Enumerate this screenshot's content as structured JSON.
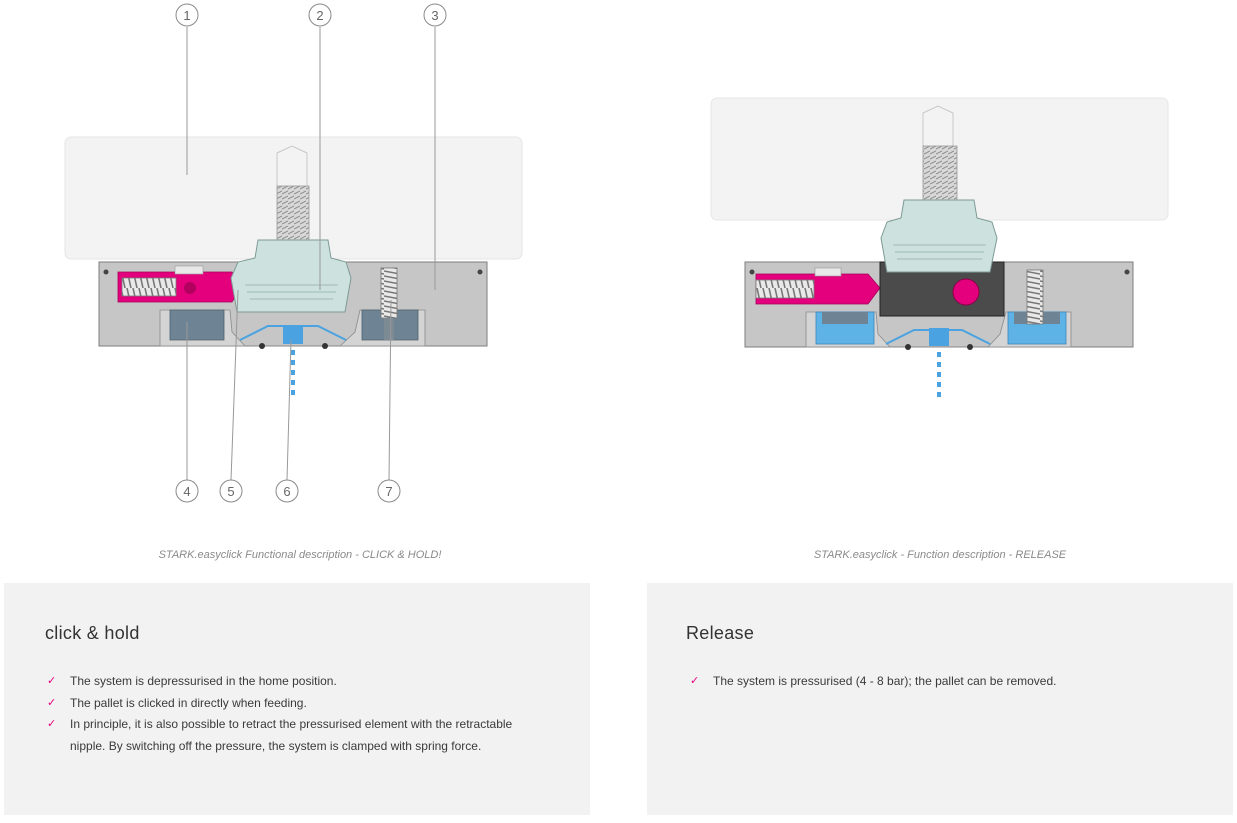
{
  "callouts": [
    "1",
    "2",
    "3",
    "4",
    "5",
    "6",
    "7"
  ],
  "captions": {
    "left": "STARK.easyclick Functional description - CLICK & HOLD!",
    "right": "STARK.easyclick - Function description - RELEASE"
  },
  "panels": {
    "left": {
      "title": "click & hold",
      "items": [
        "The system is depressurised in the home position.",
        "The pallet is clicked in directly when feeding.",
        "In principle, it is also possible to retract the pressurised element with the retractable nipple. By switching off the pressure, the system is clamped with spring force."
      ]
    },
    "right": {
      "title": "Release",
      "items": [
        "The system is pressurised (4 - 8 bar); the pallet can be removed."
      ]
    }
  },
  "colors": {
    "magenta": "#e4007c",
    "air_blue": "#4aa3e0",
    "housing": "#c4c4c4",
    "nipple": "#cfe3df",
    "check_icon": "#e4007c"
  },
  "icons": [
    "check-icon"
  ]
}
